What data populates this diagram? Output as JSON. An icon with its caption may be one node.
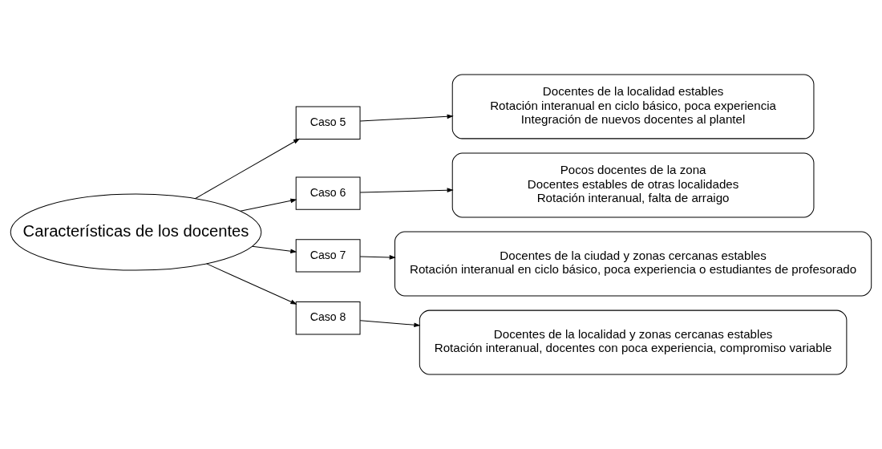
{
  "diagram": {
    "nodes": [
      {
        "text": [
          "Características de los docentes"
        ]
      },
      {
        "text": [
          "Caso 5"
        ]
      },
      {
        "text": [
          "Caso 6"
        ]
      },
      {
        "text": [
          "Caso 7"
        ]
      },
      {
        "text": [
          "Caso 8"
        ]
      },
      {
        "text": [
          "Docentes de la localidad estables",
          "Rotación interanual en ciclo básico, poca experiencia",
          "Integración de nuevos docentes al plantel"
        ]
      },
      {
        "text": [
          "Pocos docentes de la zona",
          "Docentes estables de otras localidades",
          "Rotación interanual, falta de arraigo"
        ]
      },
      {
        "text": [
          "Docentes de la ciudad y zonas cercanas estables",
          "Rotación interanual en ciclo básico, poca experiencia o estudiantes de profesorado"
        ]
      },
      {
        "text": [
          "Docentes de la localidad y zonas cercanas estables",
          "Rotación interanual, docentes con poca experiencia, compromiso variable"
        ]
      }
    ],
    "edges": [
      {
        "from": 0,
        "to": 1,
        "arrow": "to"
      },
      {
        "from": 0,
        "to": 2,
        "arrow": "to"
      },
      {
        "from": 0,
        "to": 3,
        "arrow": "to"
      },
      {
        "from": 0,
        "to": 4,
        "arrow": "to"
      },
      {
        "from": 1,
        "to": 5,
        "arrow": "to"
      },
      {
        "from": 2,
        "to": 6,
        "arrow": "to"
      },
      {
        "from": 3,
        "to": 7,
        "arrow": "to"
      },
      {
        "from": 4,
        "to": 8,
        "arrow": "to"
      }
    ]
  }
}
